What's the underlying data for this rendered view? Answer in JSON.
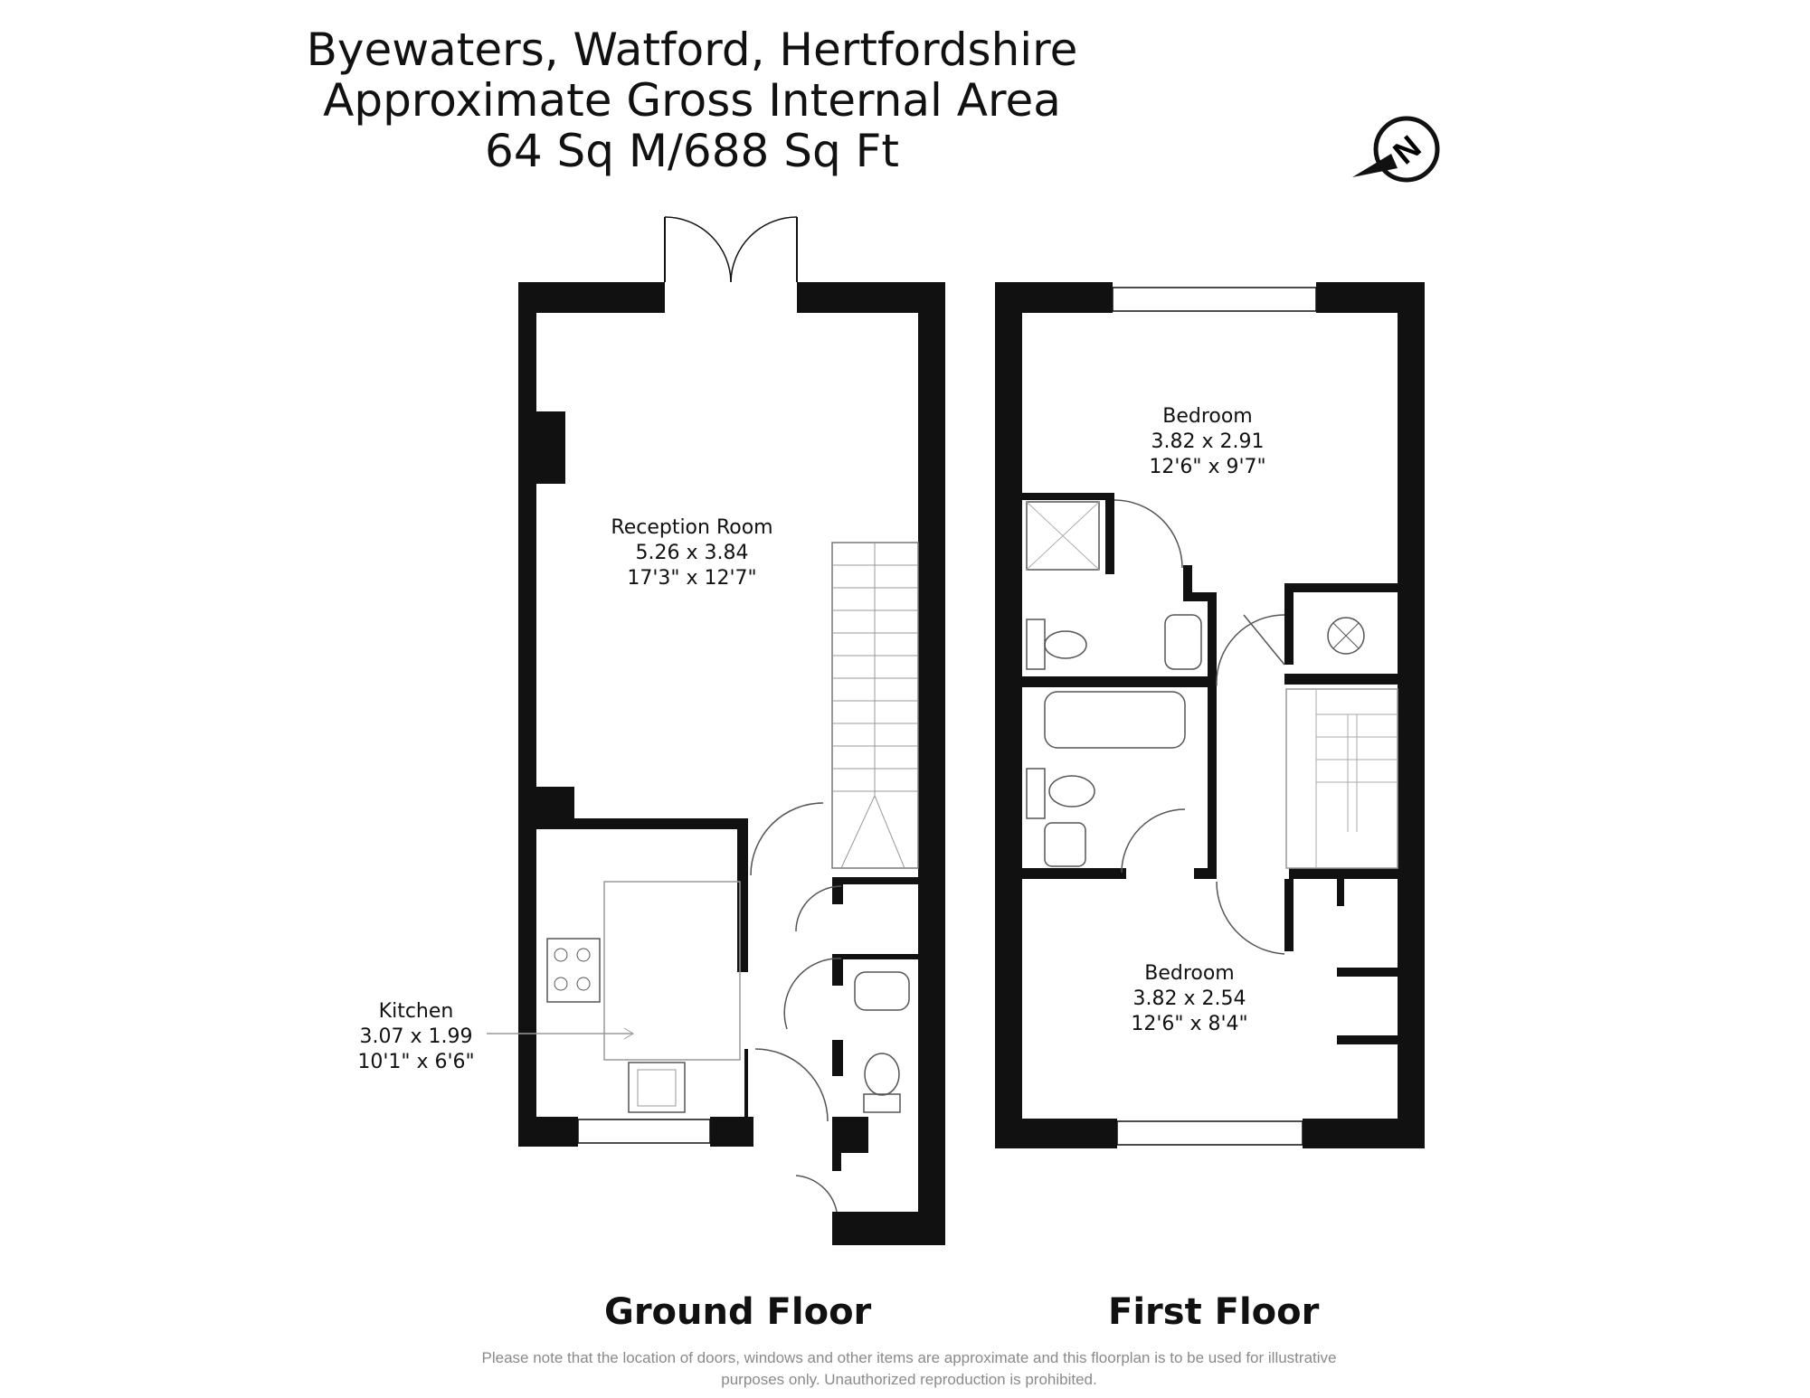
{
  "header": {
    "address": "Byewaters, Watford, Hertfordshire",
    "area_caption": "Approximate Gross Internal Area",
    "area_value": "64 Sq M/688 Sq Ft"
  },
  "compass": {
    "letter": "N"
  },
  "rooms": {
    "reception": {
      "name": "Reception Room",
      "metric": "5.26 x 3.84",
      "imperial": "17'3\" x 12'7\""
    },
    "kitchen": {
      "name": "Kitchen",
      "metric": "3.07 x 1.99",
      "imperial": "10'1\" x 6'6\""
    },
    "bedroom_1": {
      "name": "Bedroom",
      "metric": "3.82 x 2.91",
      "imperial": "12'6\" x 9'7\""
    },
    "bedroom_2": {
      "name": "Bedroom",
      "metric": "3.82 x 2.54",
      "imperial": "12'6\" x 8'4\""
    }
  },
  "floors": {
    "ground": "Ground Floor",
    "first": "First Floor"
  },
  "disclaimer": {
    "line1": "Please note that the location of doors, windows and other items are approximate and this floorplan is to be used for illustrative",
    "line2": "purposes only. Unauthorized reproduction is prohibited."
  }
}
